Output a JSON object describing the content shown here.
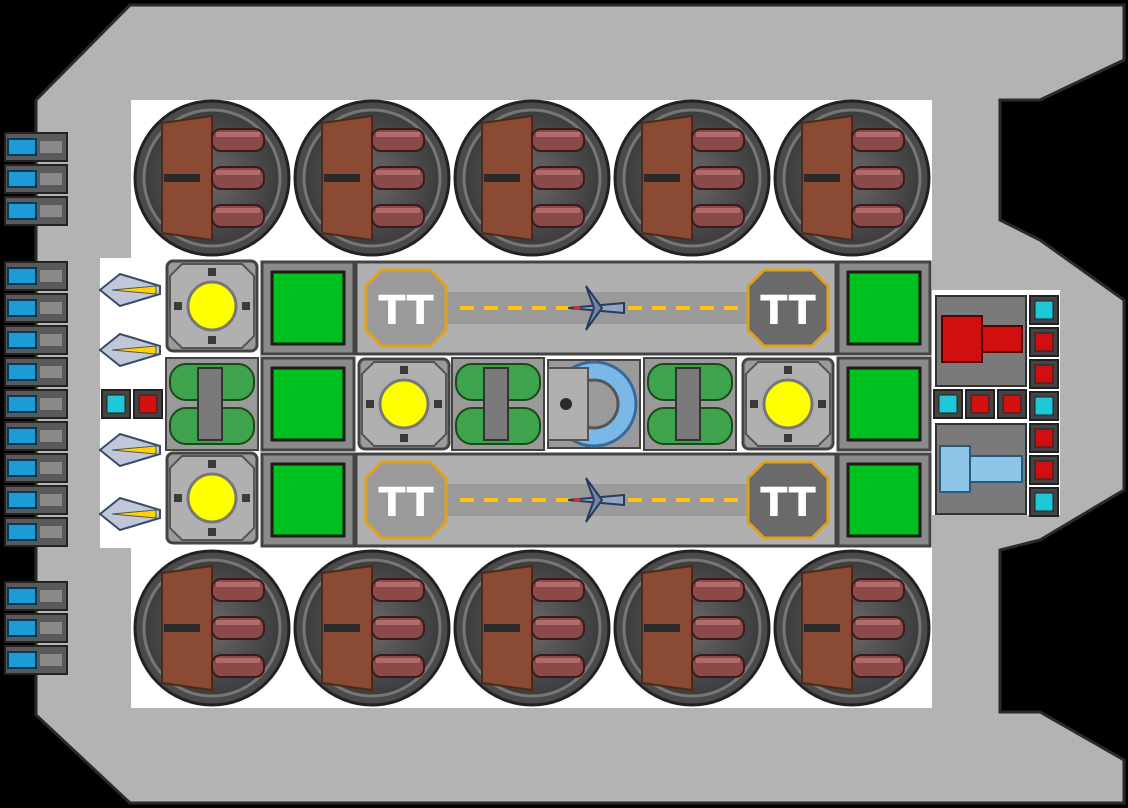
{
  "ship": {
    "hull_color": "#b3b3b3",
    "interior_color": "#ffffff",
    "space_color": "#000000"
  },
  "modules": {
    "power_reactor_color": "#ffff00",
    "shield_generator_color": "#00c020",
    "thruster_color": "#8b4a33",
    "fuel_tank_color": "#3fa34d",
    "hangar_color": "#b0b0b0"
  },
  "hangars": [
    {
      "label": "TT",
      "id": "top"
    },
    {
      "label": "TT",
      "id": "bottom"
    }
  ],
  "weapons": {
    "laser_color": "#1e9ad6",
    "red_turret_color": "#d01010",
    "cyan_block_color": "#1ec8d8"
  },
  "icons": [
    "thruster-icon",
    "reactor-icon",
    "shield-icon",
    "hangar-icon",
    "fighter-icon",
    "laser-icon",
    "turret-icon",
    "cockpit-icon"
  ]
}
